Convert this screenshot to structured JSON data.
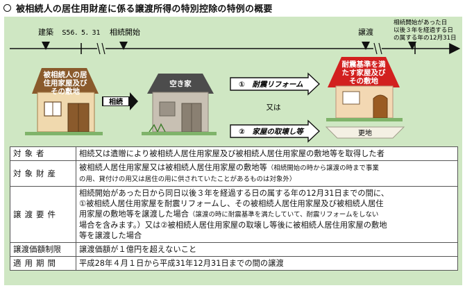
{
  "title": "被相続人の居住用財産に係る譲渡所得の特別控除の特例の概要",
  "timeline": {
    "construction": "建築",
    "date_s56": "S56．5．31",
    "inheritance_start": "相続開始",
    "transfer": "譲渡",
    "deadline_note": [
      "相続開始があった日",
      "以後３年を経過する日",
      "の属する年の12月31日"
    ]
  },
  "houses": {
    "decedent": [
      "被相続人の居",
      "住用家屋及び",
      "その敷地"
    ],
    "vacant": "空き家",
    "renovated": [
      "耐震基準を満",
      "たす家屋及び",
      "その敷地"
    ],
    "vacant_land": "更地"
  },
  "arrows": {
    "inheritance": "相続",
    "option1": "①　耐震リフォーム",
    "or": "又は",
    "option2": "②　家屋の取壊し等"
  },
  "table": [
    {
      "head": "対象者",
      "value": "相続又は遺贈により被相続人居住用家屋及び被相続人居住用家屋の敷地等を取得した者"
    },
    {
      "head": "対象財産",
      "value": "被相続人居住用家屋又は被相続人居住用家屋の敷地等",
      "note_a": "（相続開始の時から譲渡の時まで事業",
      "note_b": "の用、貸付けの用又は居住の用に供されていたことがあるものは対象外）"
    },
    {
      "head": "譲渡要件",
      "lines": [
        "相続開始があった日から同日以後３年を経過する日の属する年の12月31日までの間に、",
        "①被相続人居住用家屋を耐震リフォームし、その被相続人居住用家屋及び被相続人居住",
        "用家屋の敷地等を譲渡した場合",
        "（譲渡の時に耐震基準を満たしていて、耐震リフォームをしない",
        "場合を含みます。）又は②被相続人居住用家屋の取壊し等後に被相続人居住用家屋の敷地",
        "等を譲渡した場合"
      ]
    },
    {
      "head": "譲渡価額制限",
      "value": "譲渡価額が１億円を超えないこと"
    },
    {
      "head": "適用期間",
      "value": "平成28年４月１日から平成31年12月31日までの間の譲渡"
    }
  ]
}
